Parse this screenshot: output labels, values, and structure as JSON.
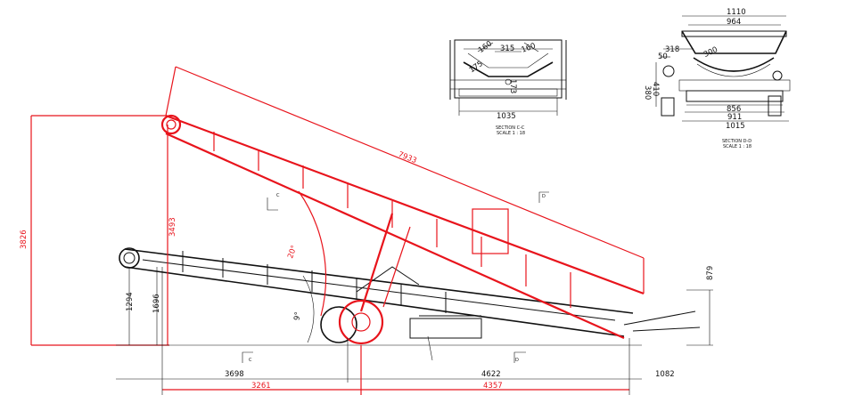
{
  "dimensions": {
    "top_width_outer": "1110",
    "top_width_inner": "964",
    "d_318": "318",
    "d_50": "50",
    "d_300": "300",
    "d_380": "380",
    "d_410": "410",
    "d_856": "856",
    "d_911": "911",
    "d_1015": "1015",
    "c_160_left": "160",
    "c_315": "315",
    "c_160_right": "160",
    "c_175": "175",
    "c_173": "173",
    "c_1035": "1035",
    "length_7933": "7933",
    "height_3826": "3826",
    "height_3493": "3493",
    "height_1294": "1294",
    "height_1696": "1696",
    "height_879": "879",
    "angle_20": "20°",
    "angle_9": "9°",
    "bottom_3698": "3698",
    "bottom_4622": "4622",
    "bottom_1082": "1082",
    "red_3261": "3261",
    "red_4357": "4357"
  },
  "sections": {
    "cc_title": "SECTION C-C",
    "cc_scale": "SCALE 1 : 18",
    "dd_title": "SECTION D-D",
    "dd_scale": "SCALE 1 : 18"
  },
  "markers": {
    "c_upper": "C",
    "c_lower": "C",
    "d_upper": "D",
    "d_lower": "D"
  }
}
